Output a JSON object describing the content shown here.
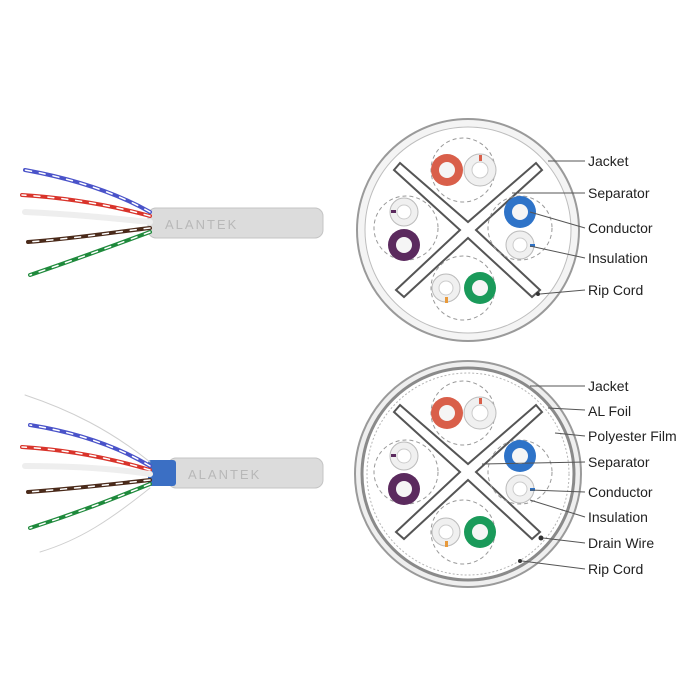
{
  "diagrams": [
    {
      "brand": "ALANTEK",
      "labels": [
        "Jacket",
        "Separator",
        "Conductor",
        "Insulation",
        "Rip Cord"
      ]
    },
    {
      "brand": "ALANTEK",
      "labels": [
        "Jacket",
        "AL Foil",
        "Polyester Film",
        "Separator",
        "Conductor",
        "Insulation",
        "Drain Wire",
        "Rip Cord"
      ]
    }
  ],
  "colors": {
    "jacket": "#dcdcdc",
    "jacket_outline": "#9a9a9a",
    "orange": "#d95f4a",
    "blue": "#2e73c8",
    "brown": "#5b2a5e",
    "green": "#1a9a5a",
    "stripe_orange": "#e89a3c",
    "foil": "#3b6fc4",
    "label_line": "#555555"
  },
  "icons": [
    "cable-side-view-icon",
    "cable-cross-section-icon"
  ]
}
